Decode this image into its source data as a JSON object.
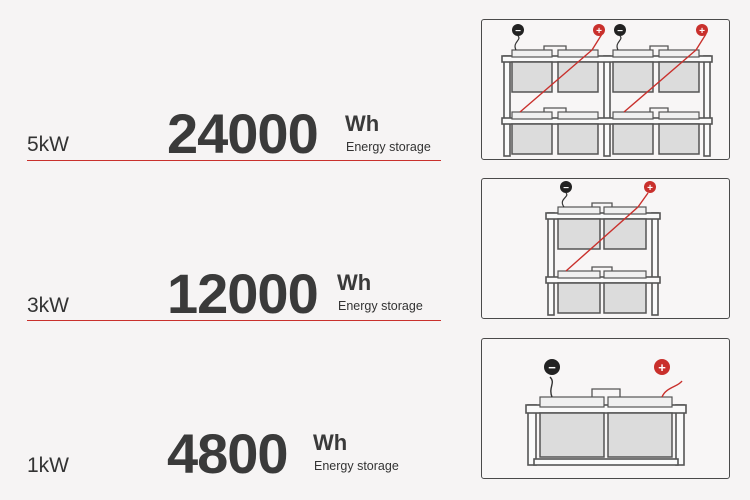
{
  "rows": [
    {
      "power": "5kW",
      "capacity": "24000",
      "unit": "Wh",
      "caption": "Energy storage",
      "diagram": "rack-8-batteries-icon"
    },
    {
      "power": "3kW",
      "capacity": "12000",
      "unit": "Wh",
      "caption": "Energy storage",
      "diagram": "rack-4-batteries-icon"
    },
    {
      "power": "1kW",
      "capacity": "4800",
      "unit": "Wh",
      "caption": "Energy storage",
      "diagram": "rack-2-batteries-icon"
    }
  ],
  "terminals": {
    "negative": "−",
    "positive": "+"
  },
  "colors": {
    "accent": "#c9302c",
    "text": "#3a3a3a",
    "background": "#f6f4f4",
    "battery": "#dcdcdc"
  }
}
